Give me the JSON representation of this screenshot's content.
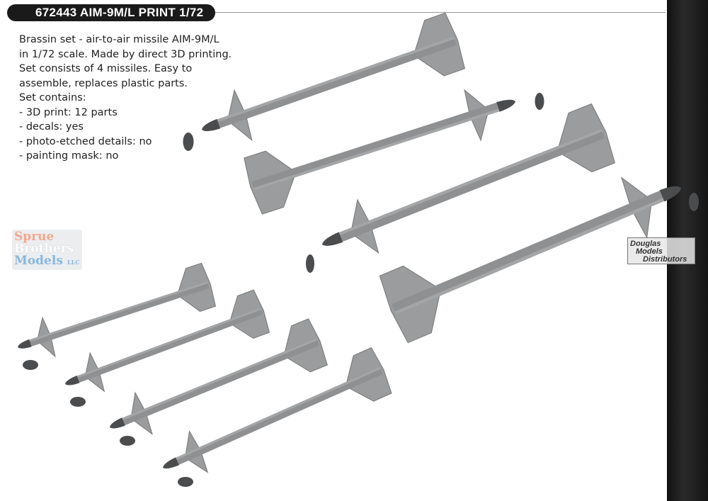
{
  "header": {
    "title": "672443  AIM-9M/L PRINT  1/72"
  },
  "description": [
    "Brassin set - air-to-air missile AIM-9M/L",
    "in 1/72 scale. Made by direct 3D printing.",
    "Set consists of 4 missiles. Easy to",
    "assemble, replaces plastic parts.",
    "",
    "Set contains:",
    "- 3D print: 12 parts",
    "- decals: yes",
    "- photo-etched details: no",
    "- painting mask: no"
  ],
  "watermarks": {
    "sprue_brothers": [
      "Sprue",
      "Brothers",
      "Models"
    ],
    "sprue_llc": "LLC",
    "douglas": [
      "Douglas",
      "Models",
      "Distributors"
    ]
  },
  "colors": {
    "missile": "#8e9091",
    "seeker": "#4a4c4d",
    "header_bg": "#1a1a1a"
  }
}
